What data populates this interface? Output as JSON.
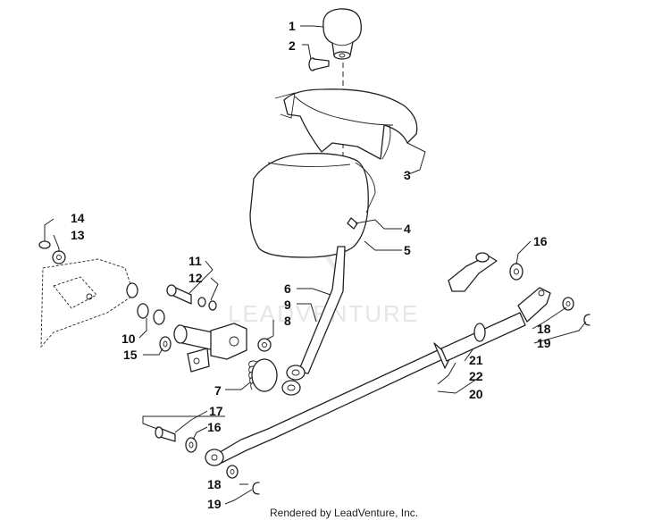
{
  "watermark": "LEADVENTURE",
  "footer": "Rendered by LeadVenture, Inc.",
  "callouts": [
    {
      "id": "c1",
      "label": "1"
    },
    {
      "id": "c2",
      "label": "2"
    },
    {
      "id": "c3",
      "label": "3"
    },
    {
      "id": "c4",
      "label": "4"
    },
    {
      "id": "c5",
      "label": "5"
    },
    {
      "id": "c6",
      "label": "6"
    },
    {
      "id": "c9",
      "label": "9"
    },
    {
      "id": "c8",
      "label": "8"
    },
    {
      "id": "c7",
      "label": "7"
    },
    {
      "id": "c10",
      "label": "10"
    },
    {
      "id": "c11",
      "label": "11"
    },
    {
      "id": "c12",
      "label": "12"
    },
    {
      "id": "c13",
      "label": "13"
    },
    {
      "id": "c14",
      "label": "14"
    },
    {
      "id": "c15",
      "label": "15"
    },
    {
      "id": "c16a",
      "label": "16"
    },
    {
      "id": "c16b",
      "label": "16"
    },
    {
      "id": "c17",
      "label": "17"
    },
    {
      "id": "c18a",
      "label": "18"
    },
    {
      "id": "c19a",
      "label": "19"
    },
    {
      "id": "c18b",
      "label": "18"
    },
    {
      "id": "c19b",
      "label": "19"
    },
    {
      "id": "c20",
      "label": "20"
    },
    {
      "id": "c21",
      "label": "21"
    },
    {
      "id": "c22",
      "label": "22"
    }
  ]
}
